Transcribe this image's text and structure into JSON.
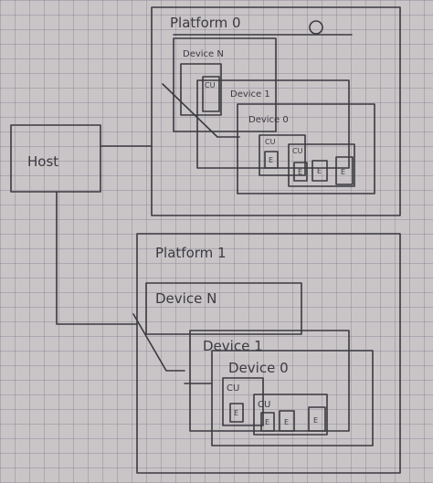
{
  "host": {
    "label": "Host"
  },
  "platforms": [
    {
      "label": "Platform 0",
      "devices": [
        "Device N",
        "Device 1",
        "Device 0"
      ],
      "cu_label": "CU",
      "pe_label": "E"
    },
    {
      "label": "Platform 1",
      "devices": [
        "Device N",
        "Device 1",
        "Device 0"
      ],
      "cu_label": "CU",
      "pe_label": "E"
    }
  ]
}
